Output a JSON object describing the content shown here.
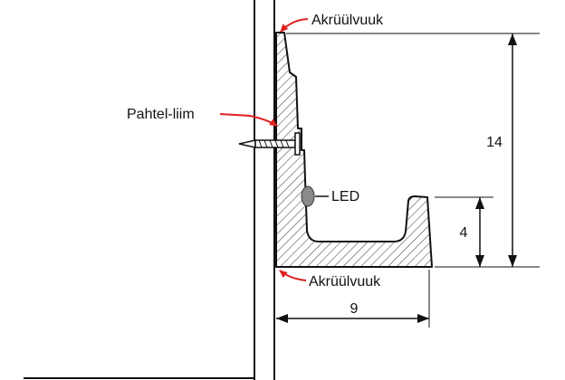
{
  "labels": {
    "top_acrylic_joint": "Akrüülvuuk",
    "filler_adhesive": "Pahtel-liim",
    "led": "LED",
    "bottom_acrylic_joint": "Akrüülvuuk"
  },
  "dimensions": {
    "total_height": "14",
    "lip_height": "4",
    "width": "9"
  },
  "colors": {
    "line": "#111111",
    "leader": "#e02020",
    "led_fill": "#8a8a8a"
  }
}
